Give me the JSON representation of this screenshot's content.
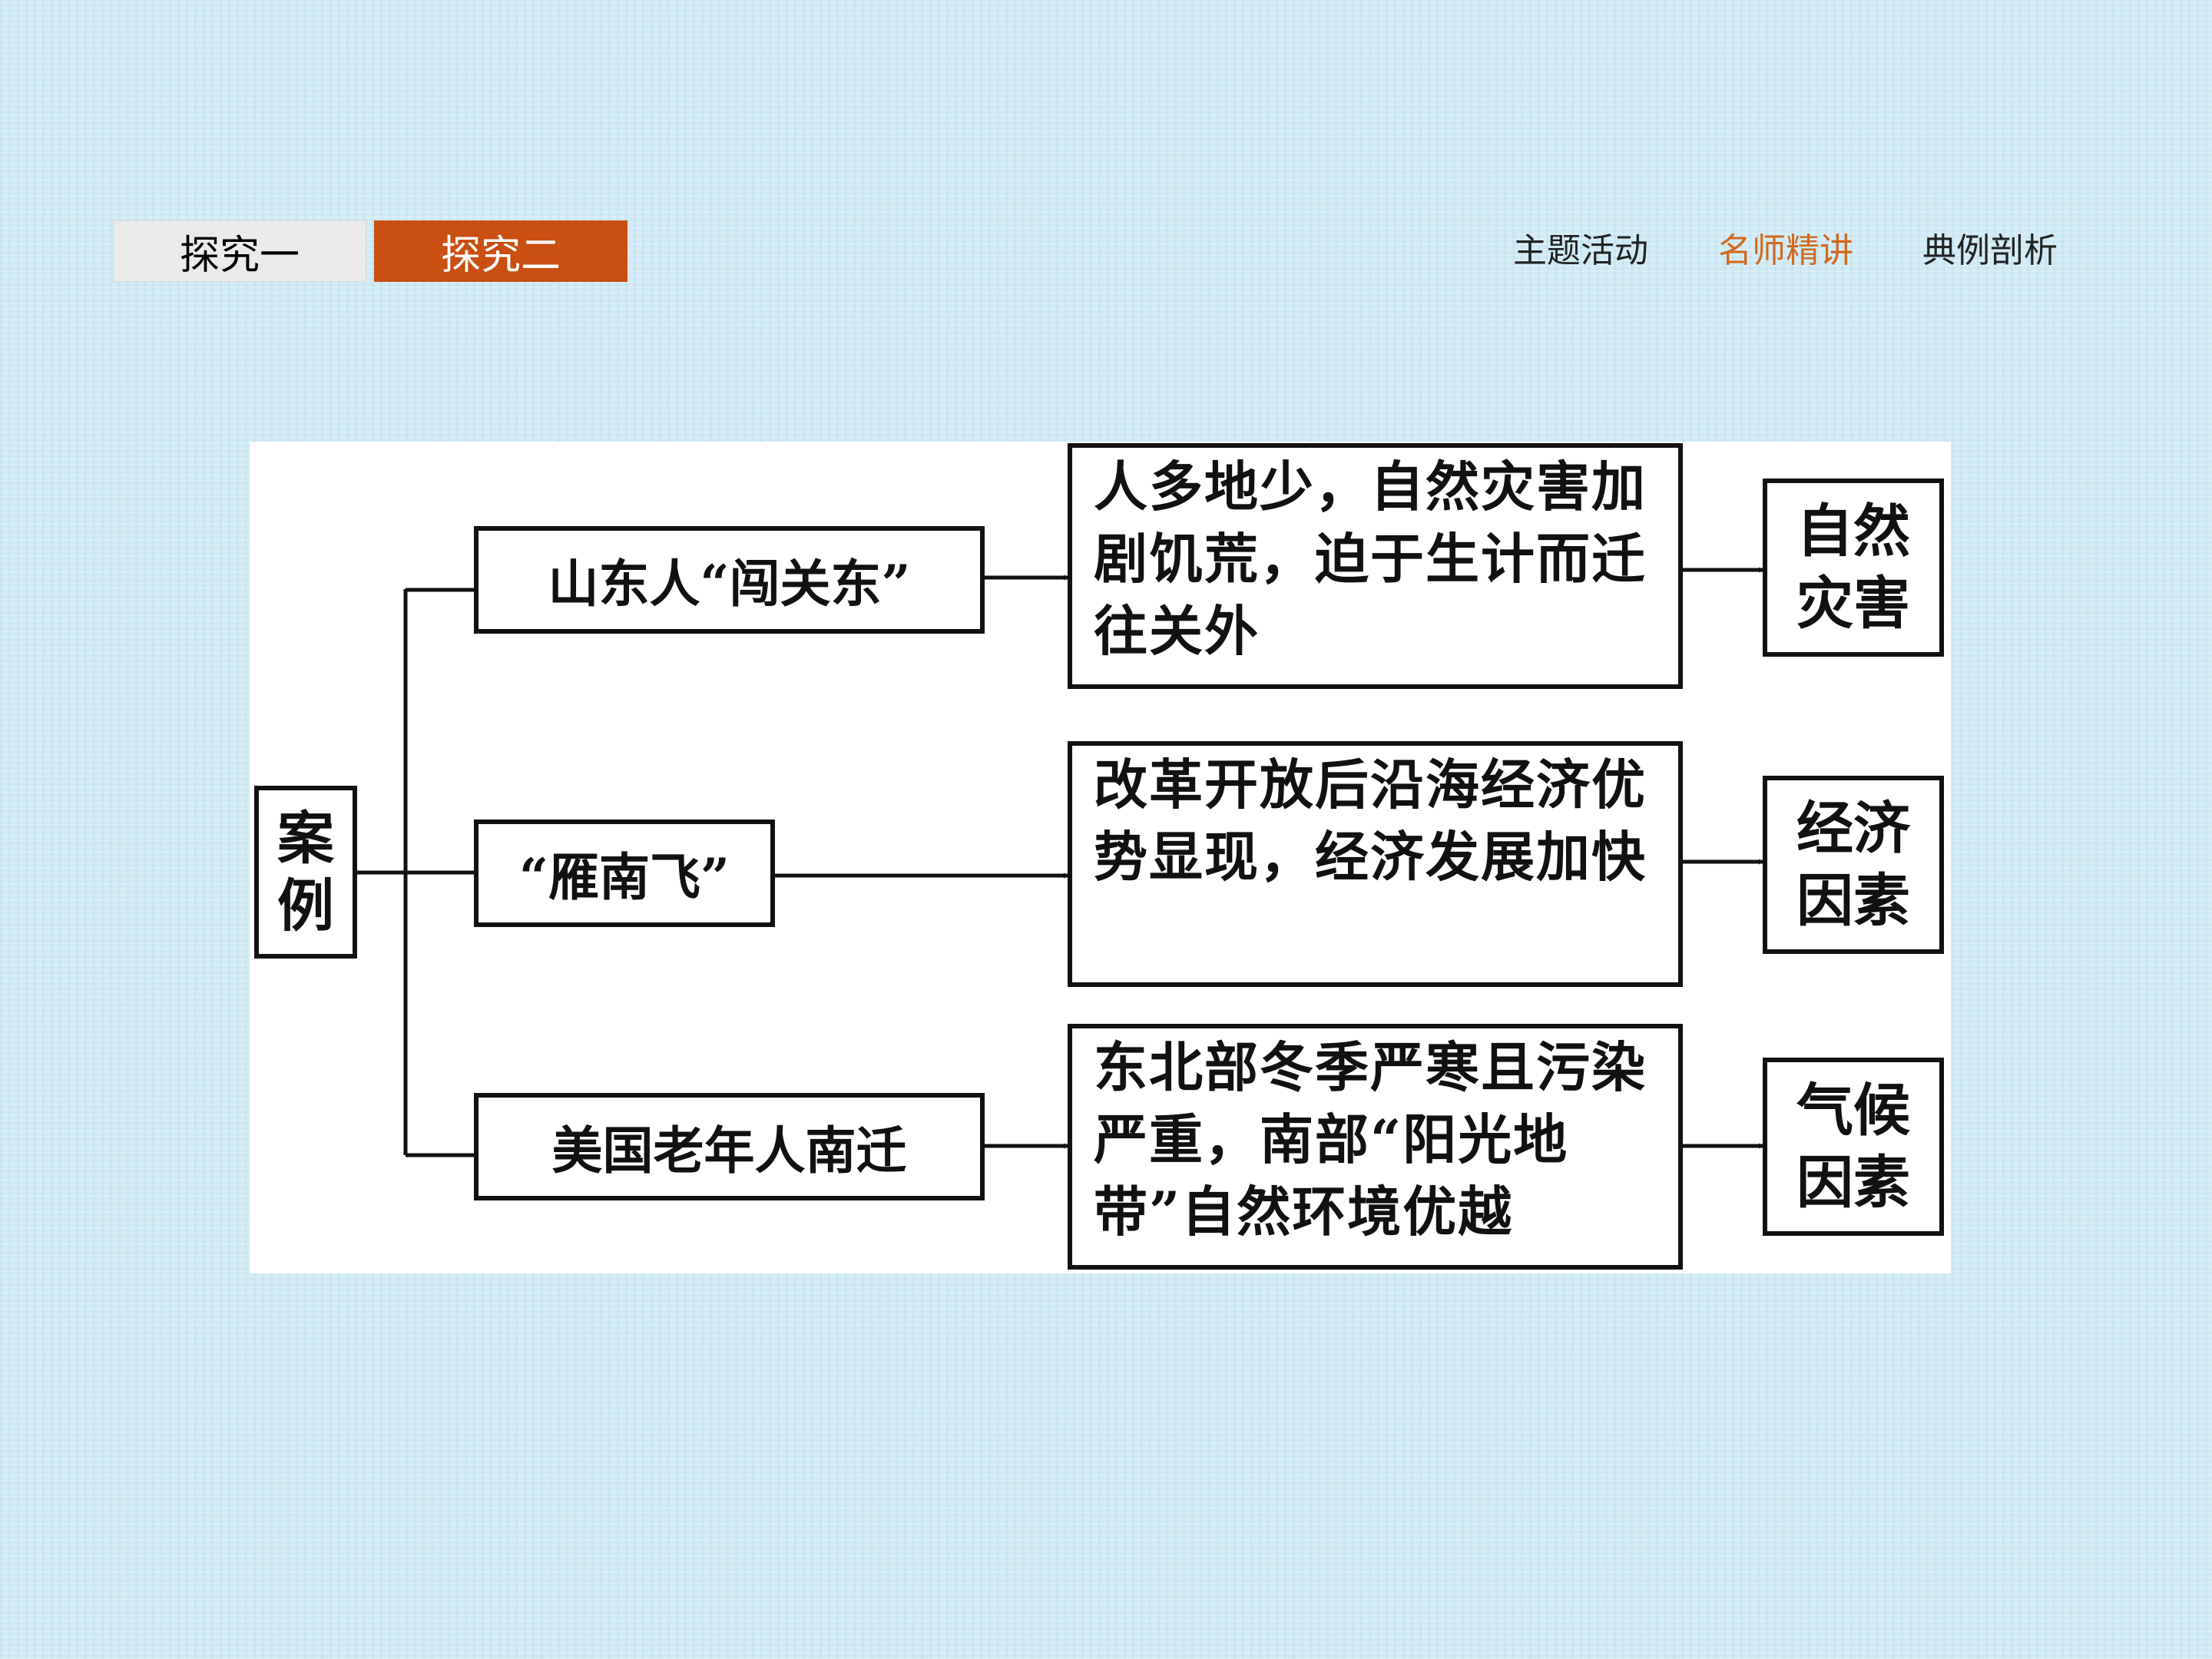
{
  "tabs": [
    {
      "label": "探究一",
      "active": false
    },
    {
      "label": "探究二",
      "active": true
    }
  ],
  "nav": [
    {
      "label": "主题活动",
      "active": false
    },
    {
      "label": "名师精讲",
      "active": true
    },
    {
      "label": "典例剖析",
      "active": false
    }
  ],
  "colors": {
    "active_tab": "#c94f12",
    "active_nav": "#d1691e"
  },
  "diagram": {
    "root": "案例",
    "cases": [
      {
        "case": "山东人“闯关东”",
        "reason": "人多地少，自然灾害加剧饥荒，迫于生计而迁往关外",
        "factor": "自然灾害"
      },
      {
        "case": "“雁南飞”",
        "reason": "改革开放后沿海经济优势显现，经济发展加快",
        "factor": "经济因素"
      },
      {
        "case": "美国老年人南迁",
        "reason": "东北部冬季严寒且污染严重，南部“阳光地带”自然环境优越",
        "factor": "气候因素"
      }
    ]
  }
}
